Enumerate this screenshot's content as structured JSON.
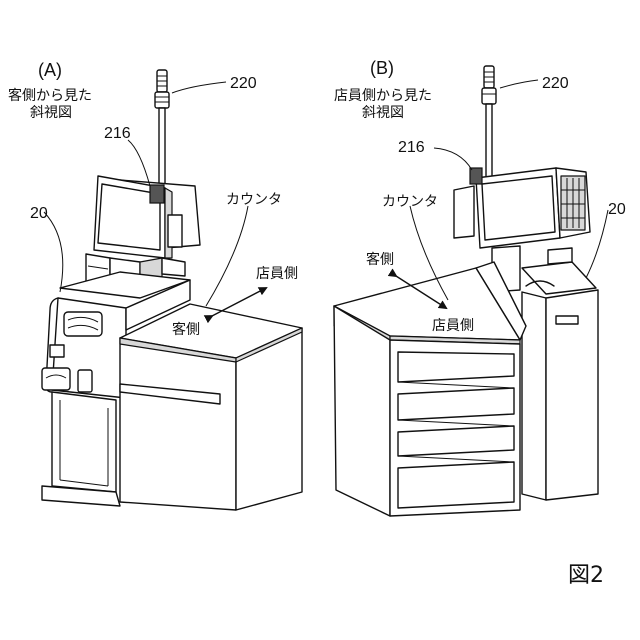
{
  "figure_label": "図2",
  "panel_a": {
    "tag": "(A)",
    "caption_line1": "客側から見た",
    "caption_line2": "斜視図",
    "ref_pole": "220",
    "ref_camera": "216",
    "ref_terminal": "20",
    "counter": "カウンタ",
    "staff_side": "店員側",
    "customer_side": "客側"
  },
  "panel_b": {
    "tag": "(B)",
    "caption_line1": "店員側から見た",
    "caption_line2": "斜視図",
    "ref_pole": "220",
    "ref_camera": "216",
    "ref_terminal": "20",
    "counter": "カウンタ",
    "customer_side": "客側",
    "staff_side": "店員側"
  }
}
